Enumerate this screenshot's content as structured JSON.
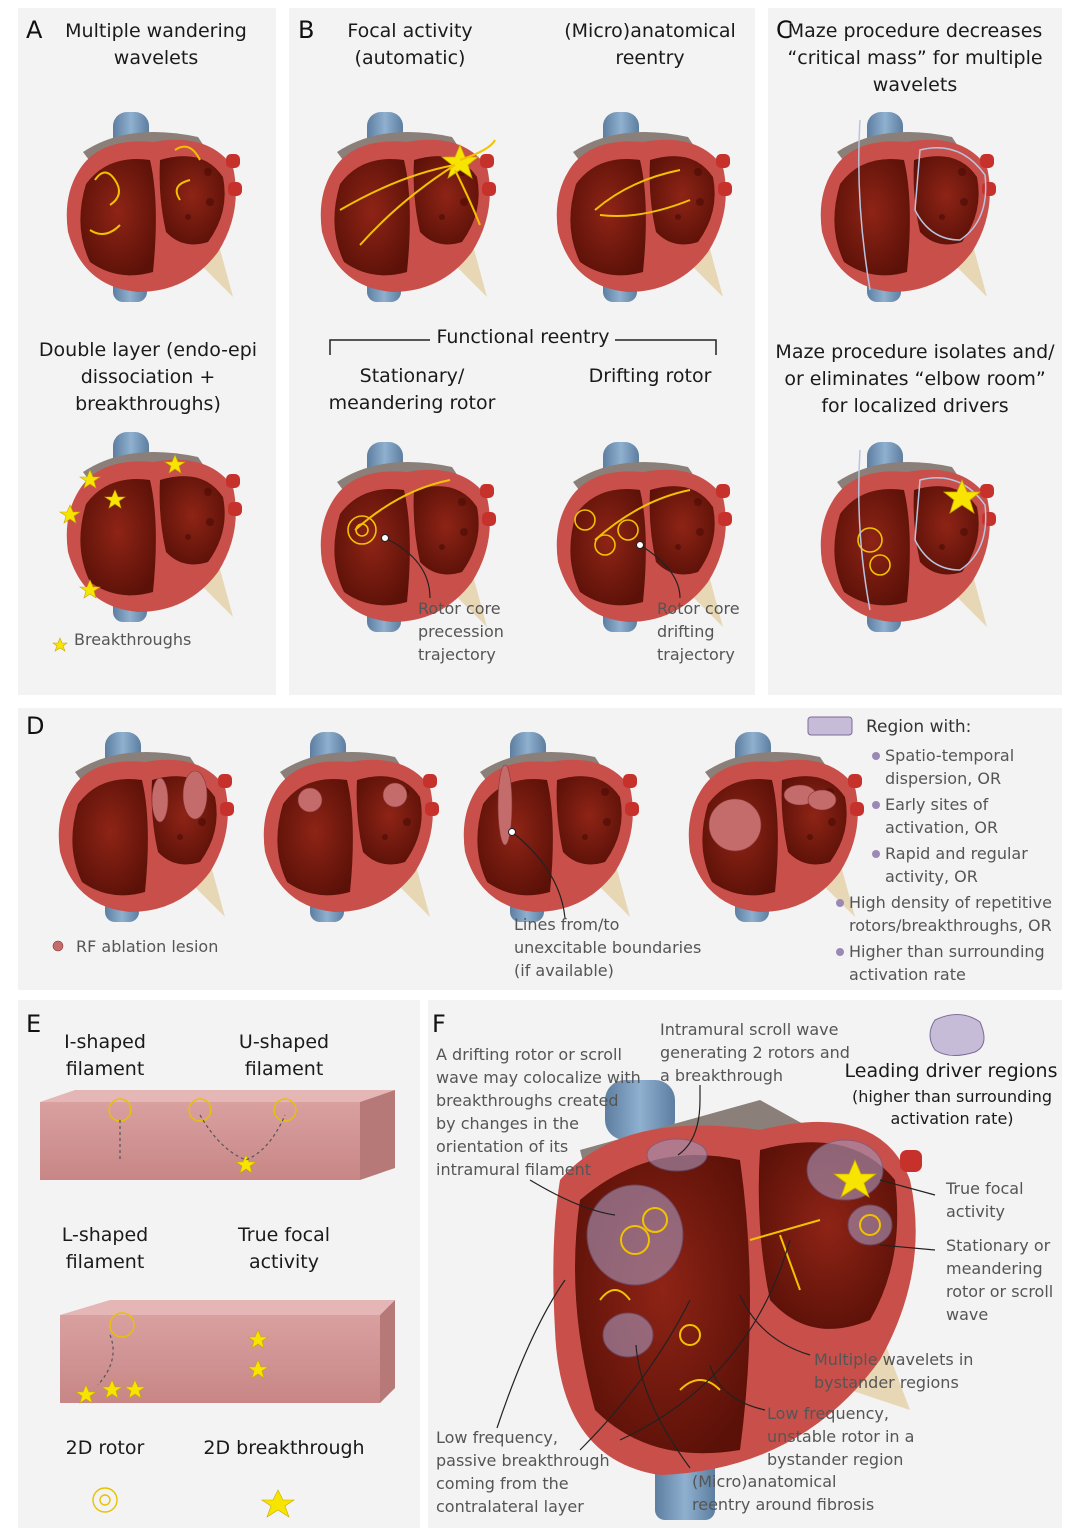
{
  "panels": {
    "A": {
      "label": "A",
      "title1": "Multiple wandering wavelets",
      "title2": "Double layer (endo-epi dissociation + breakthroughs)",
      "legend": "Breakthroughs"
    },
    "B": {
      "label": "B",
      "focal": "Focal activity (automatic)",
      "micro": "(Micro)anatomical reentry",
      "functional": "Functional reentry",
      "stationary": "Stationary/ meandering rotor",
      "drifting": "Drifting rotor",
      "core1": "Rotor core precession trajectory",
      "core2": "Rotor core drifting trajectory"
    },
    "C": {
      "label": "C",
      "title1": "Maze procedure decreases “critical mass” for multiple wavelets",
      "title2": "Maze procedure isolates and/ or eliminates “elbow room” for localized drivers"
    },
    "D": {
      "label": "D",
      "rf": "RF ablation lesion",
      "lines": "Lines from/to unexcitable boundaries (if available)",
      "region_header": "Region with:",
      "region_items": [
        "Spatio-temporal dispersion, OR",
        "Early sites of activation, OR",
        "Rapid and regular activity, OR",
        "High density of repetitive rotors/breakthroughs, OR",
        "Higher than surrounding activation rate"
      ]
    },
    "E": {
      "label": "E",
      "i_shaped": "I-shaped filament",
      "u_shaped": "U-shaped filament",
      "l_shaped": "L-shaped filament",
      "true_focal": "True focal activity",
      "rotor2d": "2D rotor",
      "breakthrough2d": "2D breakthrough"
    },
    "F": {
      "label": "F",
      "drifting": "A drifting rotor or scroll wave may colocalize with breakthroughs created by changes in the orientation of its intramural filament",
      "intramural": "Intramural scroll wave generating 2 rotors and a breakthrough",
      "leading": "Leading driver regions",
      "leading_sub": "(higher than surrounding activation rate)",
      "true_focal": "True focal activity",
      "stationary": "Stationary or meandering rotor or scroll wave",
      "multiple": "Multiple wavelets in bystander regions",
      "lowfreq_rotor": "Low frequency, unstable rotor in a bystander region",
      "lowfreq_passive": "Low frequency, passive breakthrough coming from the contralateral layer",
      "micro": "(Micro)anatomical reentry around fibrosis"
    }
  },
  "colors": {
    "panel_bg": "#f3f3f3",
    "myocardium": "#7a1a10",
    "wall": "#c9504a",
    "vessel": "#7090b0",
    "arrow": "#f2c200",
    "lesion": "#c46b6b",
    "region": "#b4a3c6"
  }
}
